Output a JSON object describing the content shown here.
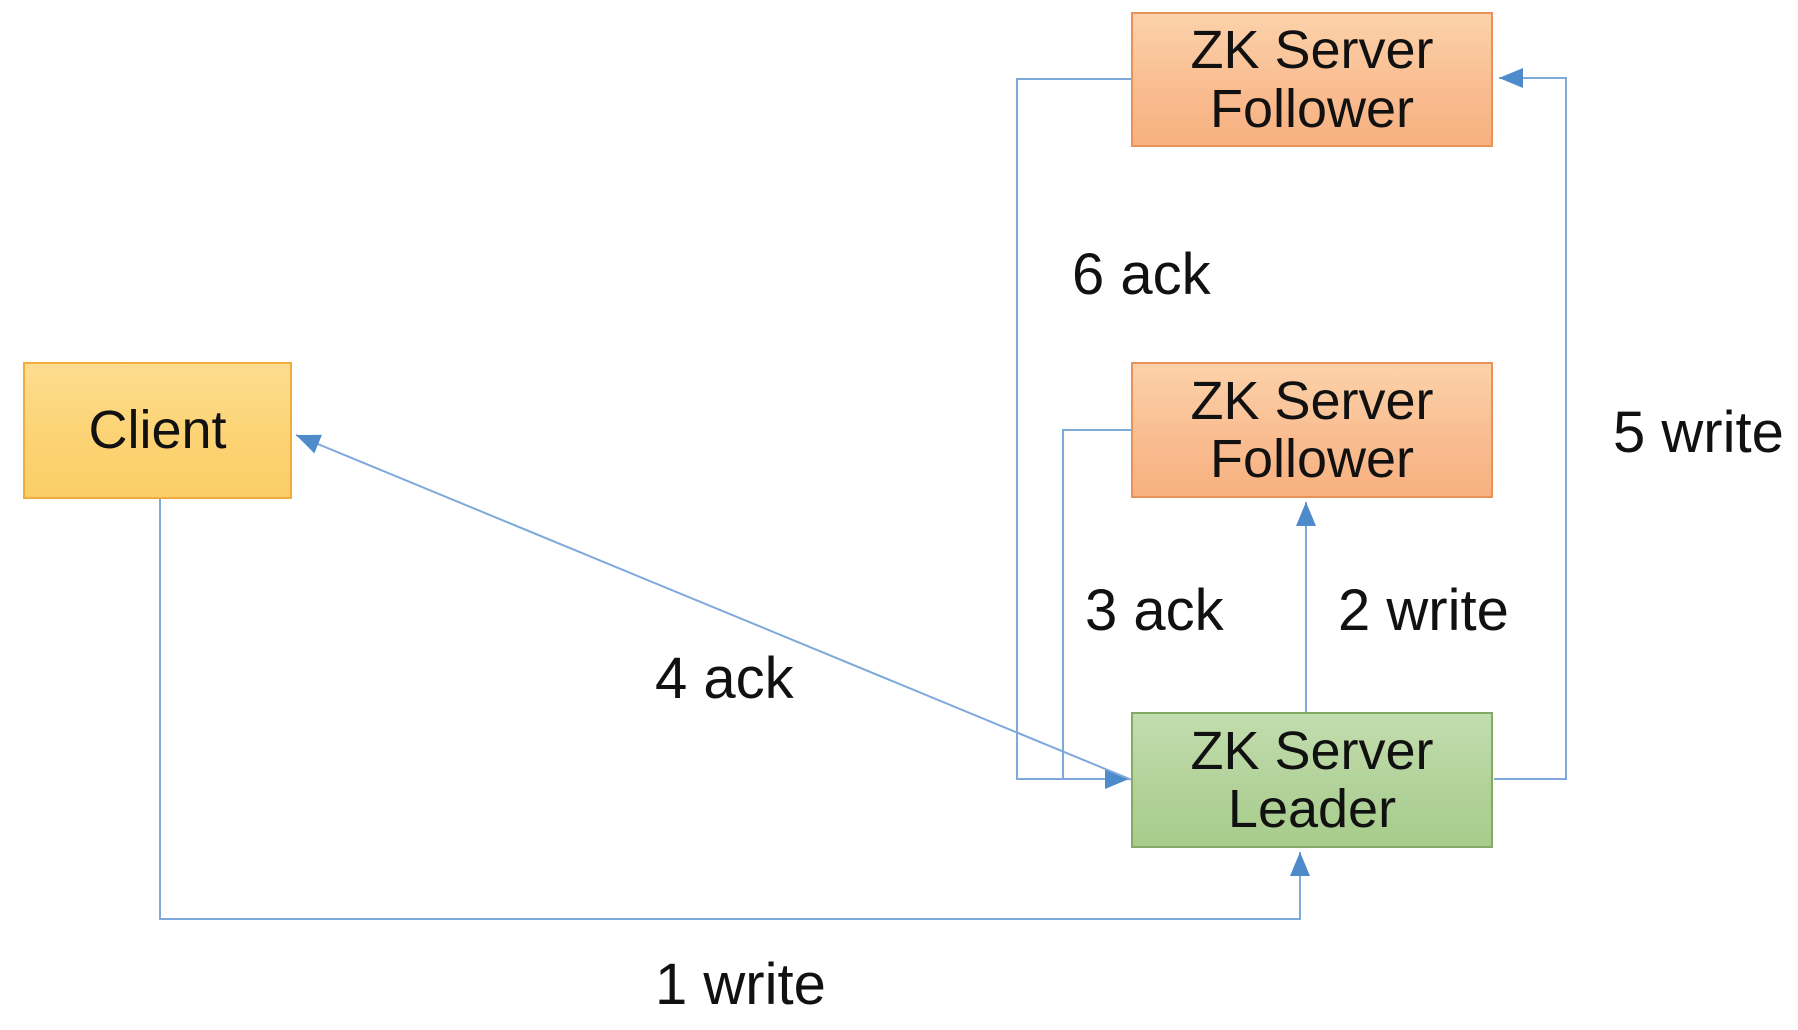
{
  "diagram": {
    "type": "flow-diagram",
    "subject": "ZooKeeper write request flow",
    "background_color": "#FFFFFF",
    "connector_color": "#7FA9DB",
    "arrowhead_color": "#4E8BCB",
    "nodes": [
      {
        "id": "client",
        "label": "Client",
        "fill": "#FCD47E",
        "border": "#F1AC3E"
      },
      {
        "id": "zk-follower-top",
        "label": "ZK Server\nFollower",
        "fill": "#F9BD91",
        "border": "#E9935B"
      },
      {
        "id": "zk-follower-middle",
        "label": "ZK Server\nFollower",
        "fill": "#F9BD91",
        "border": "#E9935B"
      },
      {
        "id": "zk-leader",
        "label": "ZK Server\nLeader",
        "fill": "#B2D29A",
        "border": "#84AA66"
      }
    ],
    "edges": [
      {
        "order": 1,
        "label": "1 write",
        "from": "client",
        "to": "zk-leader"
      },
      {
        "order": 2,
        "label": "2 write",
        "from": "zk-leader",
        "to": "zk-follower-middle"
      },
      {
        "order": 3,
        "label": "3 ack",
        "from": "zk-follower-middle",
        "to": "zk-leader"
      },
      {
        "order": 4,
        "label": "4 ack",
        "from": "zk-leader",
        "to": "client"
      },
      {
        "order": 5,
        "label": "5 write",
        "from": "zk-leader",
        "to": "zk-follower-top"
      },
      {
        "order": 6,
        "label": "6 ack",
        "from": "zk-follower-top",
        "to": "zk-leader"
      }
    ]
  }
}
